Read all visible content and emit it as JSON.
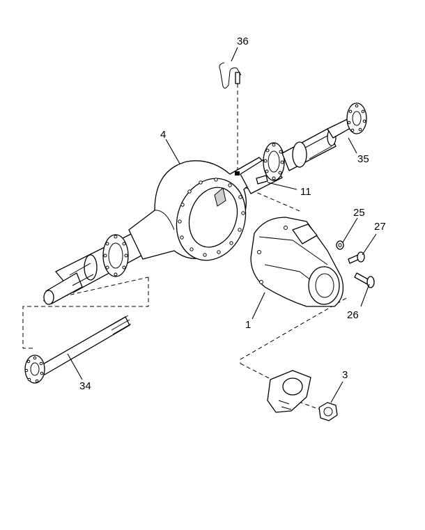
{
  "callouts": {
    "c1": "1",
    "c3": "3",
    "c4": "4",
    "c11": "11",
    "c25": "25",
    "c26": "26",
    "c27": "27",
    "c34": "34",
    "c35": "35",
    "c36": "36"
  }
}
